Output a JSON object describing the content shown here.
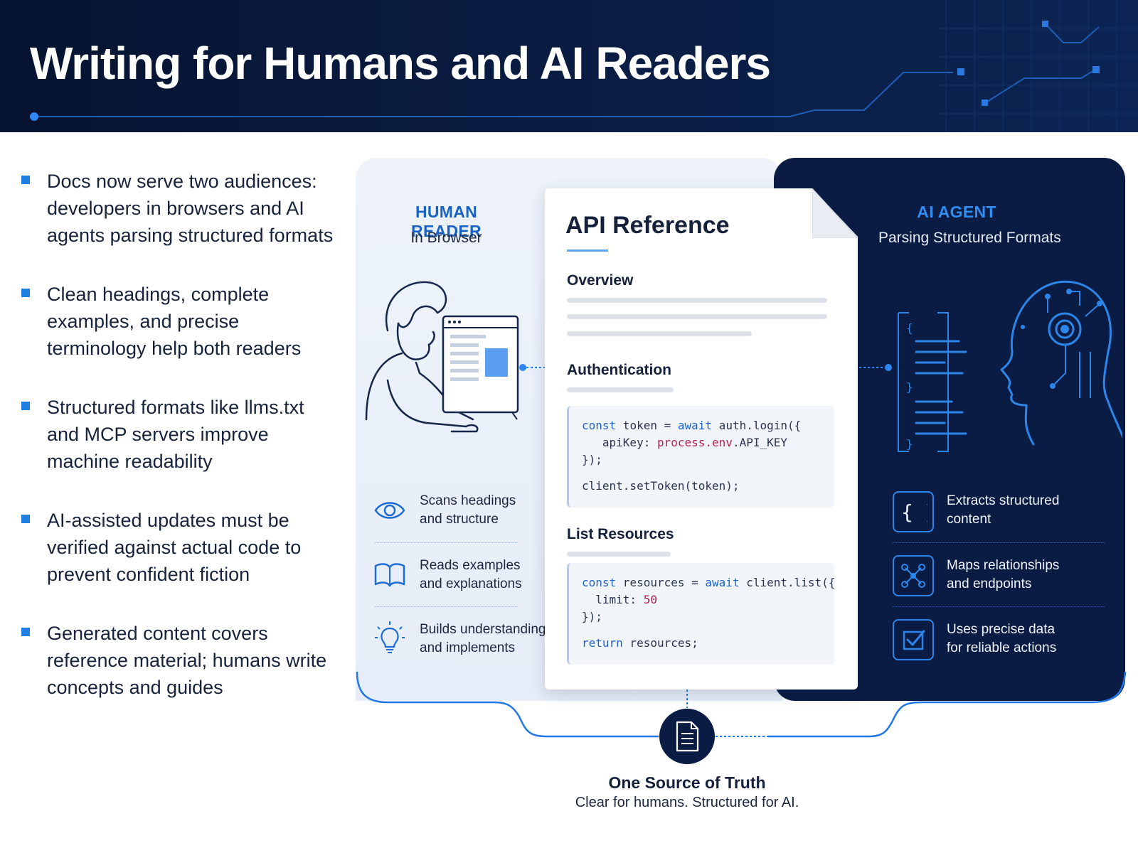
{
  "header": {
    "title": "Writing for Humans and AI Readers"
  },
  "bullets": [
    {
      "text": "Docs now serve two audiences: developers in browsers and AI agents parsing structured formats"
    },
    {
      "text": "Clean headings, complete examples, and precise terminology help both readers"
    },
    {
      "text": "Structured formats like llms.txt and MCP servers improve machine readability"
    },
    {
      "text": "AI-assisted updates must be verified against actual code to prevent confident fiction"
    },
    {
      "text": "Generated content covers reference material; humans write concepts and guides"
    }
  ],
  "human": {
    "title": "HUMAN READER",
    "subtitle": "In Browser",
    "features": [
      {
        "line1": "Scans headings",
        "line2": "and structure",
        "icon": "eye-icon"
      },
      {
        "line1": "Reads examples",
        "line2": "and explanations",
        "icon": "book-icon"
      },
      {
        "line1": "Builds understanding",
        "line2": "and implements",
        "icon": "lightbulb-icon"
      }
    ]
  },
  "ai": {
    "title": "AI AGENT",
    "subtitle": "Parsing Structured Formats",
    "features": [
      {
        "line1": "Extracts structured",
        "line2": "content",
        "icon": "braces-icon"
      },
      {
        "line1": "Maps relationships",
        "line2": "and endpoints",
        "icon": "network-icon"
      },
      {
        "line1": "Uses precise data",
        "line2": "for reliable actions",
        "icon": "checkbox-icon"
      }
    ]
  },
  "doc": {
    "title": "API Reference",
    "sections": {
      "overview": "Overview",
      "authentication": "Authentication",
      "list_resources": "List Resources"
    },
    "code_auth": {
      "l1_kw1": "const",
      "l1_a": " token = ",
      "l1_kw2": "await",
      "l1_b": " auth.login({",
      "l2_a": "   apiKey: ",
      "l2_str": "process.env",
      "l2_b": ".API_KEY",
      "l3": "});",
      "l4": "client.setToken(token);"
    },
    "code_list": {
      "l1_kw1": "const",
      "l1_a": " resources = ",
      "l1_kw2": "await",
      "l1_b": " client.list({",
      "l2_a": "  limit: ",
      "l2_num": "50",
      "l3": "});",
      "l4_kw": "return",
      "l4_b": " resources;"
    }
  },
  "footer": {
    "title": "One Source of Truth",
    "subtitle": "Clear for humans. Structured for AI."
  },
  "colors": {
    "navy": "#0a1c44",
    "accent_blue": "#1f7fe0",
    "light_panel": "#eef3fa"
  }
}
